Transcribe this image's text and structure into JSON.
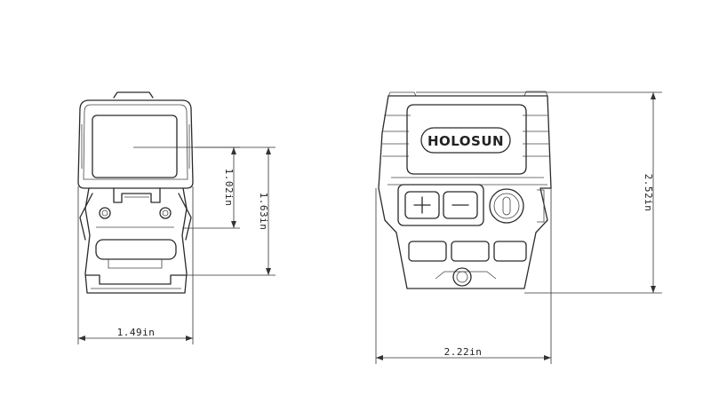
{
  "front_view": {
    "dim_height_window": "1.02in",
    "dim_height_total": "1.63in",
    "dim_width": "1.49in"
  },
  "side_view": {
    "logo_text": "HOLOSUN",
    "dim_height": "2.52in",
    "dim_width": "2.22in"
  }
}
